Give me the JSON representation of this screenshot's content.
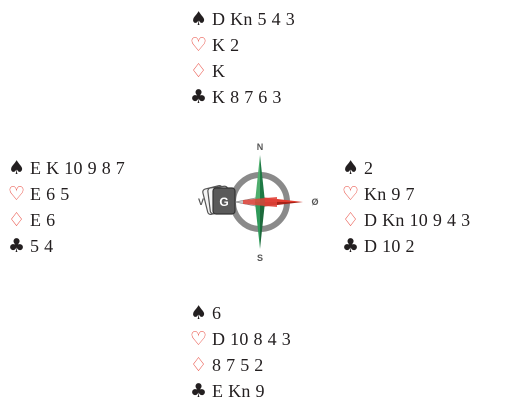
{
  "hands": {
    "north": {
      "spades": "D Kn 5 4 3",
      "hearts": "K 2",
      "diamonds": "K",
      "clubs": "K 8 7 6 3"
    },
    "west": {
      "spades": "E K 10 9 8 7",
      "hearts": "E 6 5",
      "diamonds": "E 6",
      "clubs": "5 4"
    },
    "east": {
      "spades": "2",
      "hearts": "Kn 9 7",
      "diamonds": "D Kn 10 9 4 3",
      "clubs": "D 10 2"
    },
    "south": {
      "spades": "6",
      "hearts": "D 10 8 4 3",
      "diamonds": "8 7 5 2",
      "clubs": "E Kn 9"
    }
  },
  "suit_symbols": {
    "spades": "♠",
    "hearts": "♡",
    "diamonds": "♢",
    "clubs": "♣"
  },
  "compass": {
    "north": "N",
    "south": "S",
    "west": "V",
    "east": "Ø",
    "dealer_marker": "G"
  },
  "colors": {
    "red_suit": "#e8473c",
    "black_suit": "#231f20",
    "needle_green": "#2e8b57",
    "needle_red": "#d9362b"
  }
}
